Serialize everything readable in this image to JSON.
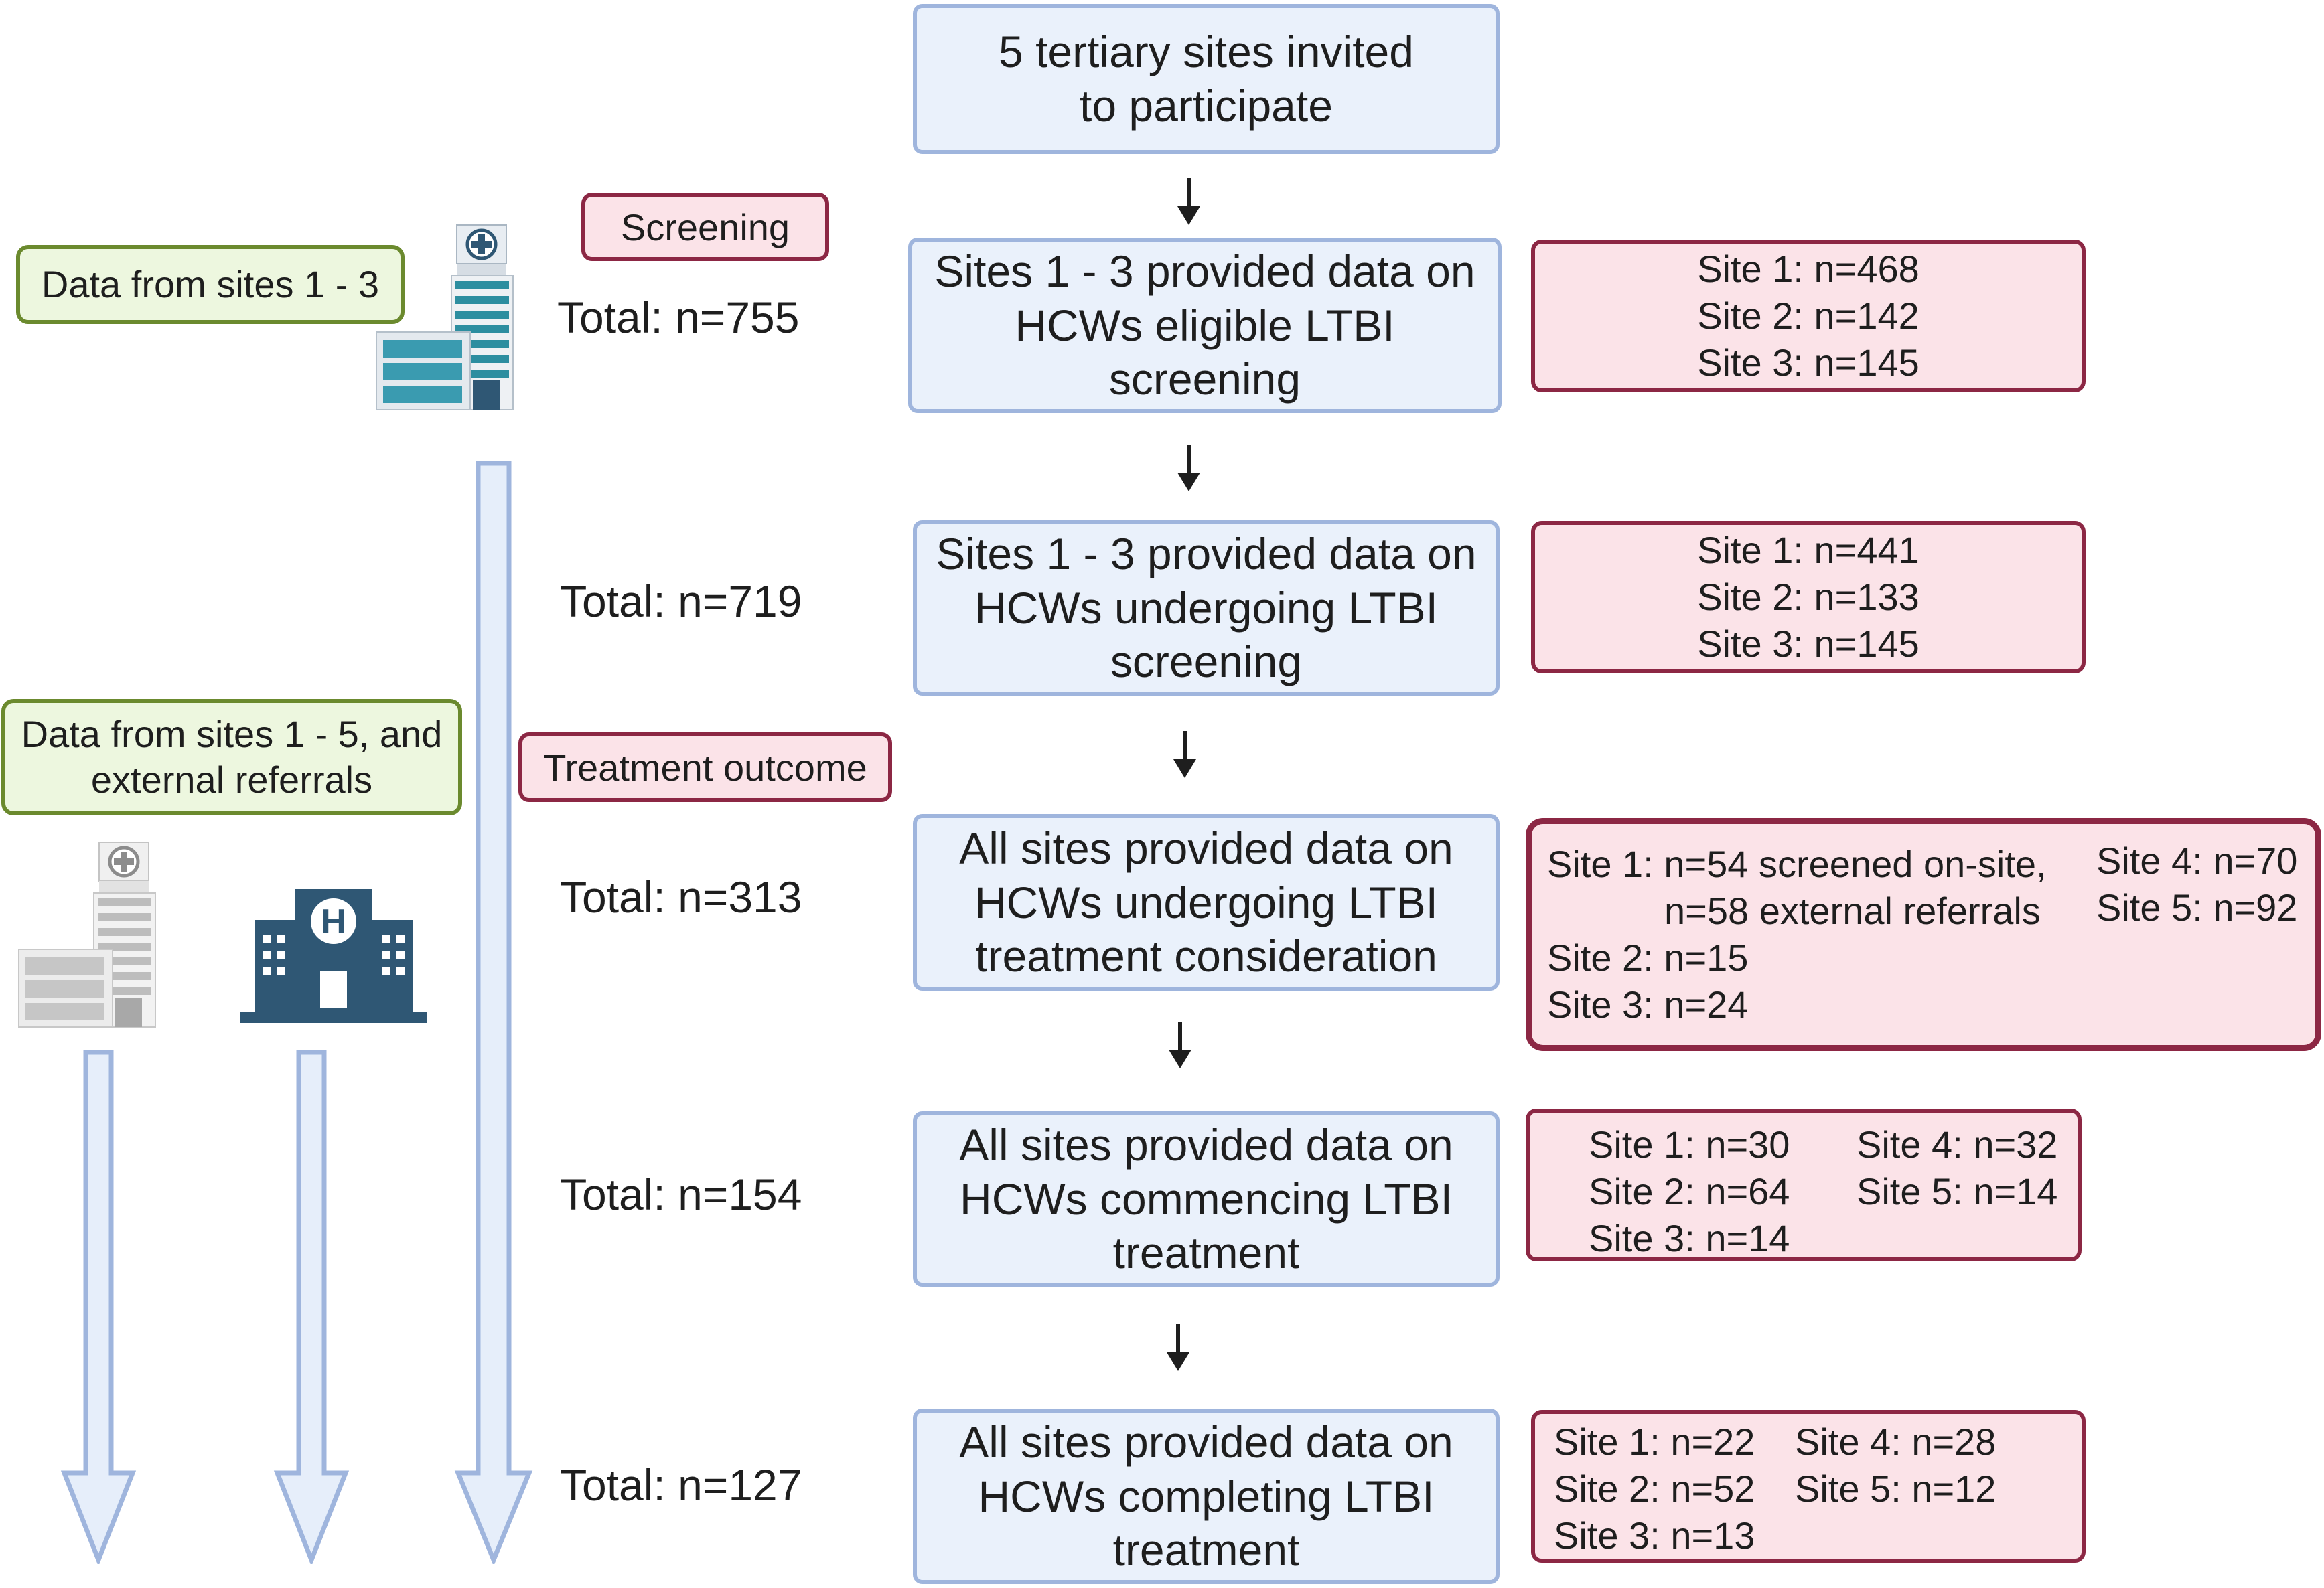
{
  "flow": {
    "invite": [
      "5 tertiary sites invited",
      "to participate"
    ],
    "eligible": [
      "Sites 1 - 3 provided data on",
      "HCWs eligible LTBI",
      "screening"
    ],
    "undergoing_screening": [
      "Sites 1 - 3 provided data on",
      "HCWs undergoing LTBI",
      "screening"
    ],
    "treatment_consideration": [
      "All sites provided data on",
      "HCWs undergoing LTBI",
      "treatment consideration"
    ],
    "commencing": [
      "All sites provided data on",
      "HCWs commencing LTBI",
      "treatment"
    ],
    "completing": [
      "All sites provided data on",
      "HCWs completing LTBI",
      "treatment"
    ]
  },
  "totals": [
    "Total: n=755",
    "Total: n=719",
    "Total: n=313",
    "Total: n=154",
    "Total: n=127"
  ],
  "sites": {
    "eligible": [
      "Site 1: n=468",
      "Site 2: n=142",
      "Site 3: n=145"
    ],
    "undergoing_screening": [
      "Site 1: n=441",
      "Site 2: n=133",
      "Site 3: n=145"
    ],
    "treatment_consideration": {
      "site1a": "Site 1: n=54 screened on-site,",
      "site1b": "n=58 external referrals",
      "site2": "Site 2: n=15",
      "site3": "Site 3: n=24",
      "site4": "Site 4: n=70",
      "site5": "Site 5: n=92"
    },
    "commencing": {
      "site1": "Site 1: n=30",
      "site2": "Site 2: n=64",
      "site3": "Site 3: n=14",
      "site4": "Site 4: n=32",
      "site5": "Site 5: n=14"
    },
    "completing": {
      "site1": "Site 1: n=22",
      "site2": "Site 2: n=52",
      "site3": "Site 3: n=13",
      "site4": "Site 4: n=28",
      "site5": "Site 5: n=12"
    }
  },
  "labels": {
    "screening": "Screening",
    "treatment_outcome": "Treatment outcome",
    "data_sites_1_3": "Data from sites 1 - 3",
    "data_sites_1_5": [
      "Data from sites 1 - 5, and",
      "external referrals"
    ],
    "hospital_letter": "H"
  },
  "colors": {
    "flow_fill": "#eaf1fb",
    "flow_border": "#9fb5dd",
    "site_fill": "#fbe3e8",
    "site_border": "#8c2744",
    "green_fill": "#edf7df",
    "green_border": "#6b8a2e",
    "hospital_dark": "#2f5774"
  },
  "icons": [
    "hospital-building-icon",
    "hospital-building-grey-icon",
    "hospital-h-icon",
    "down-arrow-icon"
  ]
}
